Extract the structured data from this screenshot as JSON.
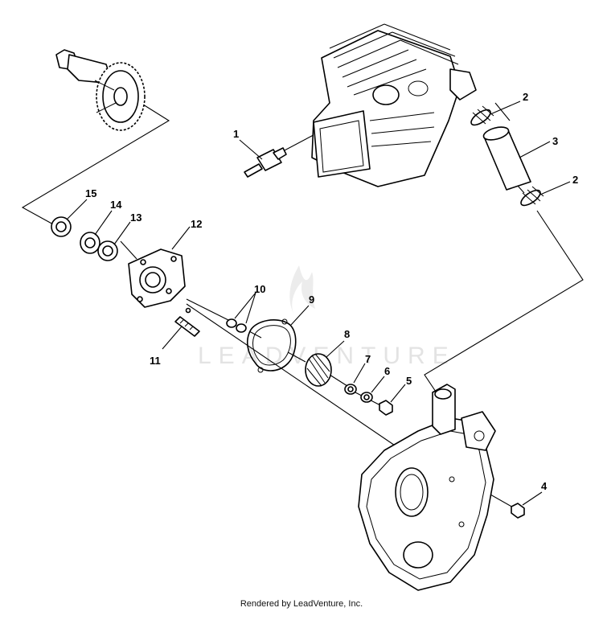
{
  "watermark": "LEADVENTURE",
  "footer": "Rendered by LeadVenture, Inc.",
  "callouts": {
    "c1": "1",
    "c2a": "2",
    "c2b": "2",
    "c3": "3",
    "c4": "4",
    "c5": "5",
    "c6": "6",
    "c7": "7",
    "c8": "8",
    "c9": "9",
    "c10": "10",
    "c11": "11",
    "c12": "12",
    "c13": "13",
    "c14": "14",
    "c15": "15"
  }
}
